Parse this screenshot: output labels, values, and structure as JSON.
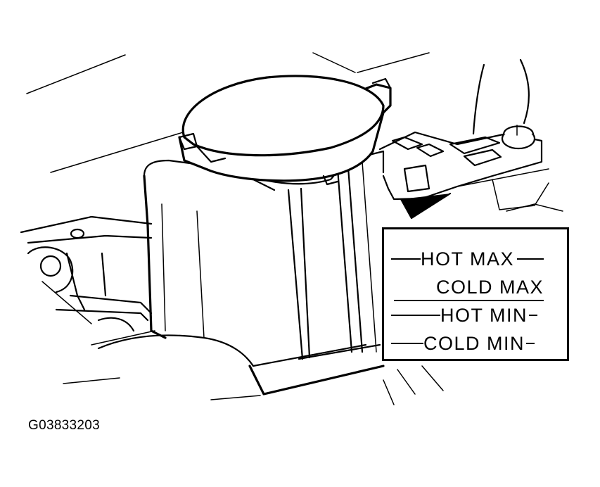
{
  "reservoir_label": {
    "hot_max": "HOT  MAX",
    "cold_max": "COLD  MAX",
    "hot_min": "HOT  MIN",
    "cold_min": "COLD  MIN"
  },
  "figure_code": "G03833203"
}
